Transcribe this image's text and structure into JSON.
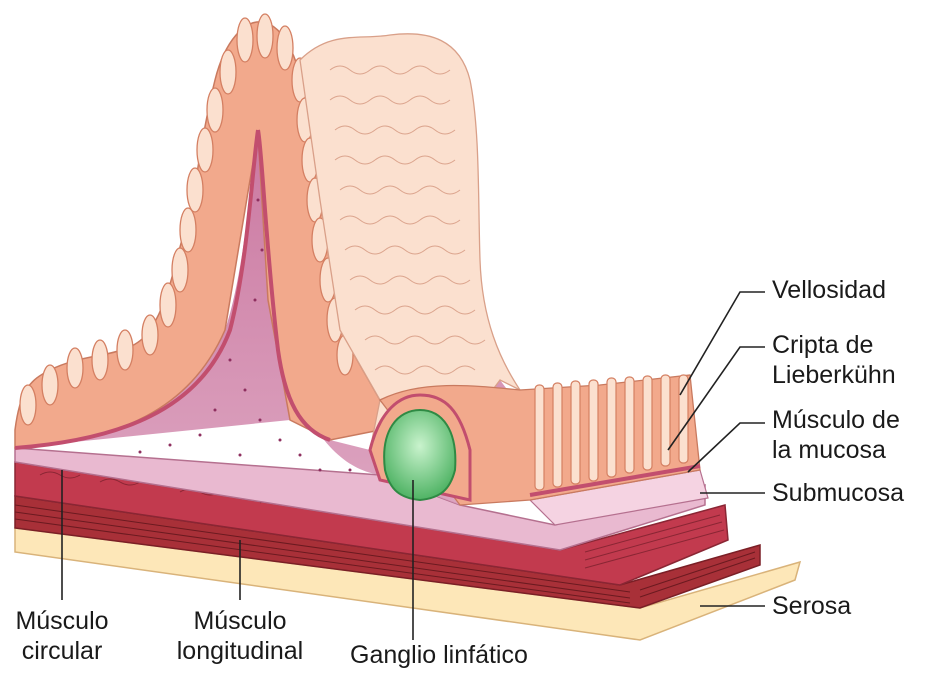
{
  "labels": {
    "vellosidad": "Vellosidad",
    "cripta_line1": "Cripta de",
    "cripta_line2": "Lieberkühn",
    "musculo_mucosa_line1": "Músculo de",
    "musculo_mucosa_line2": "la mucosa",
    "submucosa": "Submucosa",
    "serosa": "Serosa",
    "musculo_circular_line1": "Músculo",
    "musculo_circular_line2": "circular",
    "musculo_longitudinal_line1": "Músculo",
    "musculo_longitudinal_line2": "longitudinal",
    "ganglio": "Ganglio linfático"
  },
  "colors": {
    "villus_outer": "#f2a98c",
    "villus_inner": "#fbe0cf",
    "core": "#b24f83",
    "core_light": "#d896b5",
    "muscularis_mucosae": "#c24e6e",
    "submucosa": "#e9b9d0",
    "circular_muscle": "#c23a4e",
    "longitudinal_muscle": "#a83038",
    "serosa": "#fde7b8",
    "lymph_node": "#6cc77c",
    "lymph_node_light": "#b6ebbd",
    "leader_line": "#222222"
  }
}
